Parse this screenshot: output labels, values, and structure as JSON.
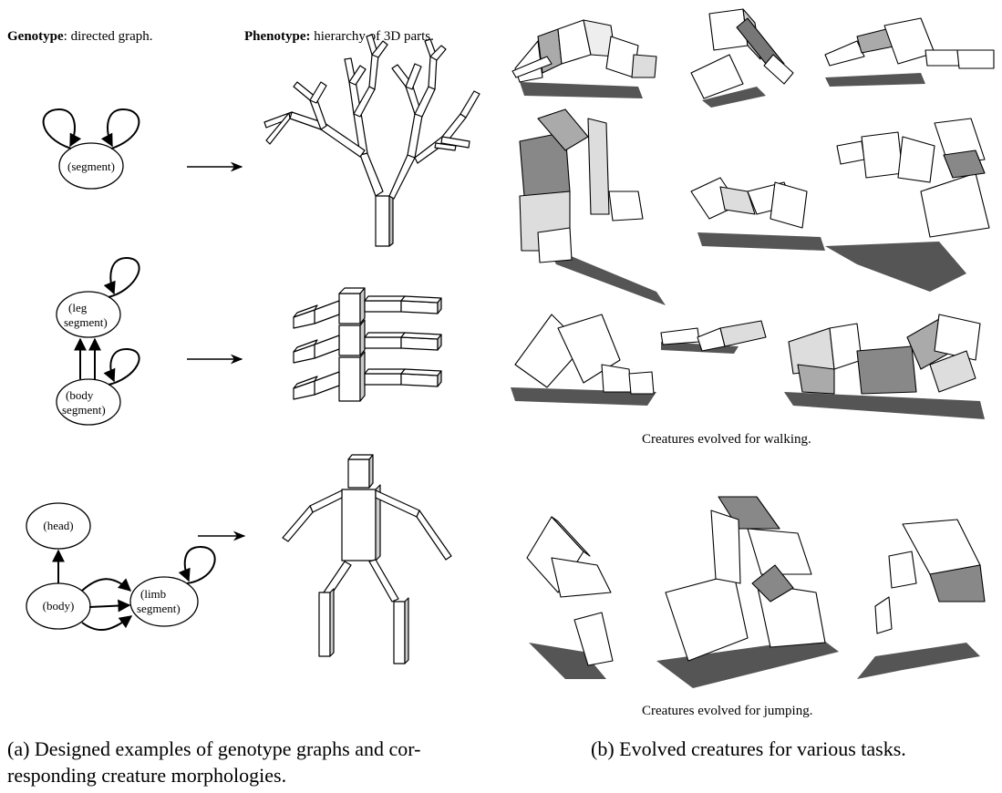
{
  "headers": {
    "genotype_bold": "Genotype",
    "genotype_rest": ": directed graph.",
    "phenotype_bold": "Phenotype:",
    "phenotype_rest": " hierarchy of 3D parts."
  },
  "graphs": {
    "g1": {
      "segment": "(segment)"
    },
    "g2": {
      "leg_l1": "(leg",
      "leg_l2": "segment)",
      "body_l1": "(body",
      "body_l2": "segment)"
    },
    "g3": {
      "head": "(head)",
      "body": "(body)",
      "limb_l1": "(limb",
      "limb_l2": "segment)"
    }
  },
  "captions": {
    "walking": "Creatures evolved for walking.",
    "jumping": "Creatures evolved for jumping."
  },
  "subcaptions": {
    "a_line1": "(a)  Designed examples of genotype graphs and cor-",
    "a_line2": "responding creature morphologies.",
    "b": "(b)  Evolved creatures for various tasks."
  },
  "colors": {
    "ink": "#000000",
    "shadow": "#4a4a4a",
    "face_light": "#ffffff",
    "face_mid": "#d9d9d9",
    "face_dark": "#888888"
  }
}
